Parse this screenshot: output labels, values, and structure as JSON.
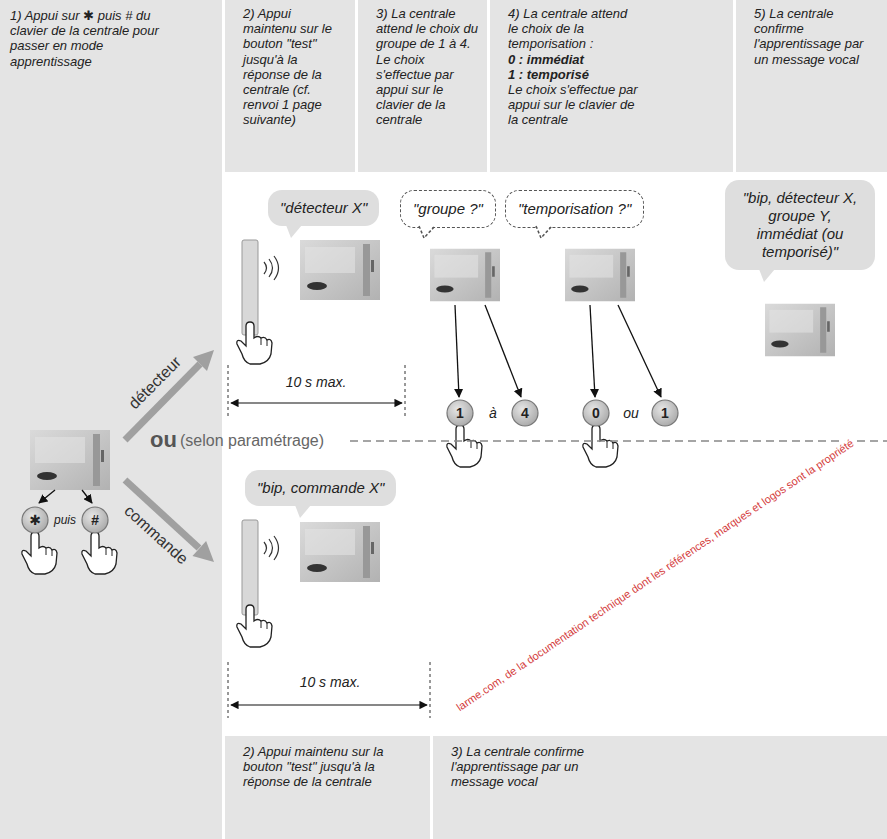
{
  "diagram": {
    "nodes": [
      {
        "text": [
          "1) Appui sur ✱ puis # du clavier de la centrale pour passer en mode apprentissage"
        ]
      },
      {
        "text": [
          "2) Appui maintenu sur le bouton \"test\" jusqu'à la réponse de la centrale (cf. renvoi 1 page suivante)"
        ]
      },
      {
        "text": [
          "3) La centrale attend le choix du groupe de 1 à 4. Le choix s'effectue par appui sur le clavier de la centrale"
        ]
      },
      {
        "text": [
          "4) La centrale attend le choix de la temporisation :",
          "0 : immédiat",
          "1 : temporisé",
          "Le choix s'effectue par appui sur le clavier de la centrale"
        ]
      },
      {
        "text": [
          "5) La centrale confirme l'apprentissage par un message vocal"
        ]
      },
      {
        "text": [
          "\"détecteur X\""
        ]
      },
      {
        "text": [
          "\"groupe ?\""
        ]
      },
      {
        "text": [
          "\"temporisation ?\""
        ]
      },
      {
        "text": [
          "\"bip, détecteur X, groupe Y, immédiat (ou temporisé)\""
        ]
      },
      {
        "text": [
          "\"bip, commande X\""
        ]
      },
      {
        "text": [
          "✱"
        ],
        "in": 0
      },
      {
        "text": [
          "#"
        ],
        "in": 0
      },
      {
        "text": [
          "1"
        ]
      },
      {
        "text": [
          "4"
        ]
      },
      {
        "text": [
          "0"
        ]
      },
      {
        "text": [
          "1"
        ]
      },
      {
        "text": [
          "2) Appui maintenu sur la bouton \"test\" jusqu'à la réponse de la centrale"
        ]
      },
      {
        "text": [
          "3) La centrale confirme l'apprentissage par un message vocal"
        ]
      }
    ],
    "labels": [
      "puis",
      "à",
      "ou",
      "détecteur",
      "commande",
      "ou",
      "(selon paramétrage)",
      "10 s max.",
      "10 s max.",
      "larme.com, de la documentation technique dont les références, marques et logos sont la propriété"
    ]
  }
}
